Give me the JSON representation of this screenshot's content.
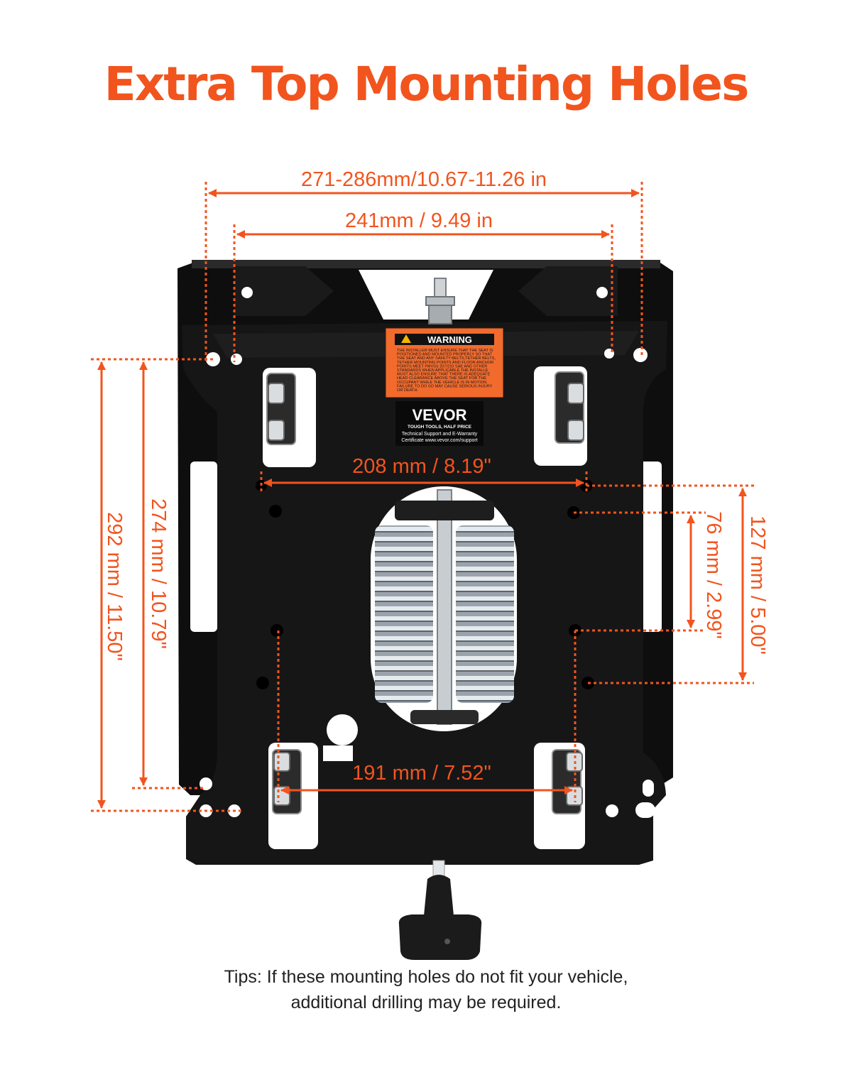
{
  "title": "Extra Top Mounting Holes",
  "dimensions": {
    "outer_top_width": "271-286mm/10.67-11.26 in",
    "inner_top_width": "241mm / 9.49 in",
    "middle_width": "208 mm / 8.19\"",
    "bottom_width": "191 mm / 7.52\"",
    "left_outer_height": "292 mm / 11.50\"",
    "left_inner_height": "274 mm / 10.79\"",
    "right_small_height": "76 mm / 2.99\"",
    "right_large_height": "127 mm / 5.00\""
  },
  "warning_label": {
    "header": "WARNING",
    "body": [
      "THE INSTALLER MUST ENSURE THAT THE SEAT IS",
      "POSITIONED AND MOUNTED PROPERLY SO THAT",
      "THE SEAT AND ANY SAFETY BELTS,TETHER BELTS,",
      "TETHER MOUNTING POINTS AND FLOOR ANCHOR",
      "POINTS MEET FMVSS 207/210 SAE AND OTHER",
      "STANDARDS WHEN APPLICABLE.THE INSTALLE",
      "MUST ALSO ENSURE THAT THERE IS ADEQUATE",
      "HEAD CLEARANCE ABOVE THE SEAT FOR THE",
      "OCCUPANT WHILE THE VEHICLE IS IN MOTION.",
      "FAILURE TO DO SO MAY CAUSE SERIOUS INJURY",
      "OR DEATH."
    ]
  },
  "brand_label": {
    "brand": "VEVOR",
    "tagline": "TOUGH TOOLS, HALF PRICE",
    "line1": "Technical Support and E-Warranty",
    "line2": "Certificate www.vevor.com/support"
  },
  "tips": {
    "line1": "Tips: If these mounting holes do not fit your vehicle,",
    "line2": "additional drilling may be required."
  },
  "colors": {
    "accent": "#f2541e",
    "plate": "#141414",
    "warning_label": "#f26b2d"
  }
}
